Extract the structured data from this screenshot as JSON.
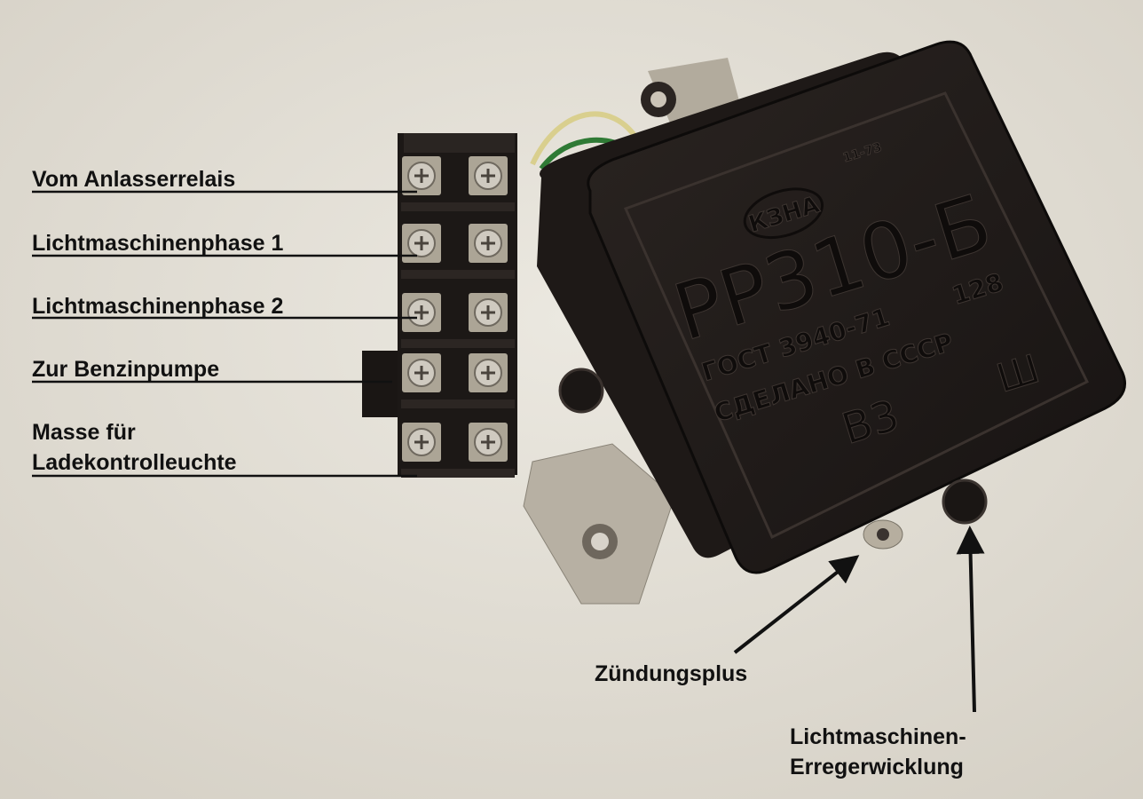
{
  "labels": {
    "anlasserrelais": "Vom Anlasserrelais",
    "phase1": "Lichtmaschinenphase 1",
    "phase2": "Lichtmaschinenphase 2",
    "benzinpumpe": "Zur Benzinpumpe",
    "masse_line1": "Masse für",
    "masse_line2": "Ladekontrolleuchte",
    "zuendungsplus": "Zündungsplus",
    "erreger_line1": "Lichtmaschinen-",
    "erreger_line2": "Erregerwicklung"
  },
  "device": {
    "model": "PP310-Б",
    "standard": "ГОСТ 3940-71",
    "code": "128",
    "made_in": "СДЕЛАНО В СССР",
    "terminal_b3": "В3",
    "terminal_sh": "Ш",
    "date_mark": "11-73",
    "logo": "КЗНА"
  }
}
